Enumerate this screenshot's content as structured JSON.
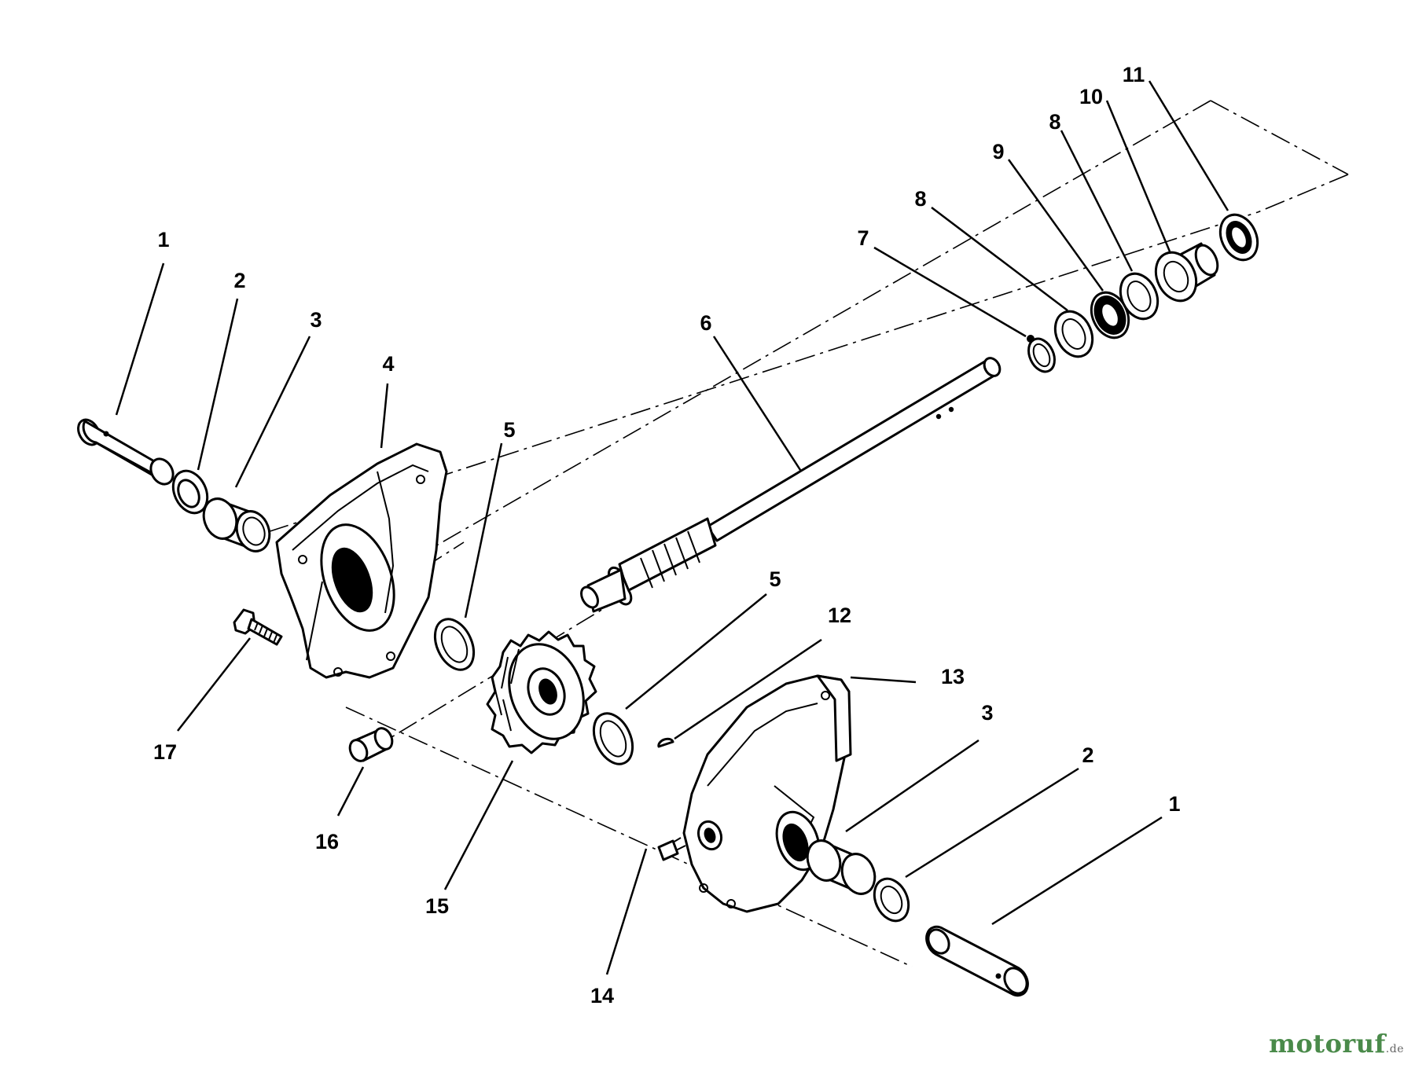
{
  "diagram": {
    "callouts": [
      {
        "id": "c1a",
        "text": "1"
      },
      {
        "id": "c2a",
        "text": "2"
      },
      {
        "id": "c3a",
        "text": "3"
      },
      {
        "id": "c4",
        "text": "4"
      },
      {
        "id": "c5a",
        "text": "5"
      },
      {
        "id": "c6",
        "text": "6"
      },
      {
        "id": "c7",
        "text": "7"
      },
      {
        "id": "c8a",
        "text": "8"
      },
      {
        "id": "c9",
        "text": "9"
      },
      {
        "id": "c8b",
        "text": "8"
      },
      {
        "id": "c10",
        "text": "10"
      },
      {
        "id": "c11",
        "text": "11"
      },
      {
        "id": "c5b",
        "text": "5"
      },
      {
        "id": "c12",
        "text": "12"
      },
      {
        "id": "c13",
        "text": "13"
      },
      {
        "id": "c3b",
        "text": "3"
      },
      {
        "id": "c2b",
        "text": "2"
      },
      {
        "id": "c1b",
        "text": "1"
      },
      {
        "id": "c17",
        "text": "17"
      },
      {
        "id": "c16",
        "text": "16"
      },
      {
        "id": "c15",
        "text": "15"
      },
      {
        "id": "c14",
        "text": "14"
      }
    ]
  },
  "watermark": {
    "brand": "motoruf",
    "tld": ".de"
  }
}
